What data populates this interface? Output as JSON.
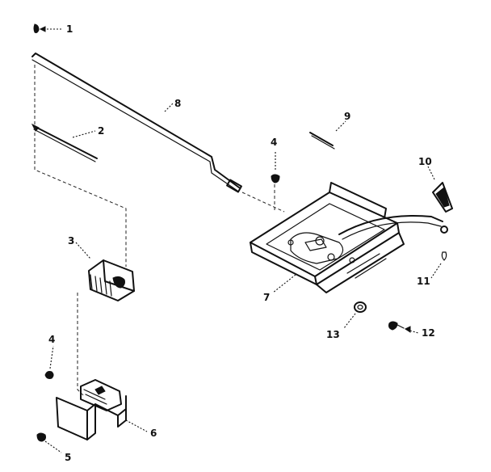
{
  "callouts": {
    "c1": "1",
    "c2": "2",
    "c3": "3",
    "c4a": "4",
    "c4b": "4",
    "c5": "5",
    "c6": "6",
    "c7": "7",
    "c8": "8",
    "c9": "9",
    "c10": "10",
    "c11": "11",
    "c12": "12",
    "c13": "13"
  }
}
